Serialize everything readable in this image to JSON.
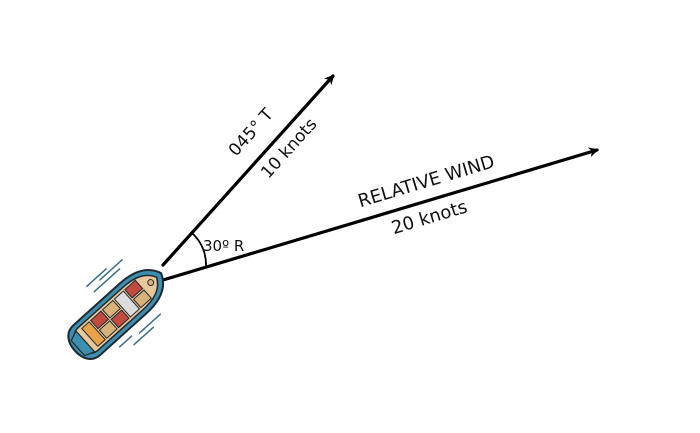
{
  "heading_vector": {
    "direction_label": "045° T",
    "speed_label": "10 knots"
  },
  "relative_wind_vector": {
    "name_label": "RELATIVE WIND",
    "speed_label": "20 knots"
  },
  "angle": {
    "label": "30º R"
  },
  "colors": {
    "line": "#000000",
    "hull": "#3d8fb0",
    "deck": "#e9c79a",
    "container_red": "#c24a3e",
    "container_tan": "#d9b17a",
    "bridge": "#dcdcdc"
  }
}
